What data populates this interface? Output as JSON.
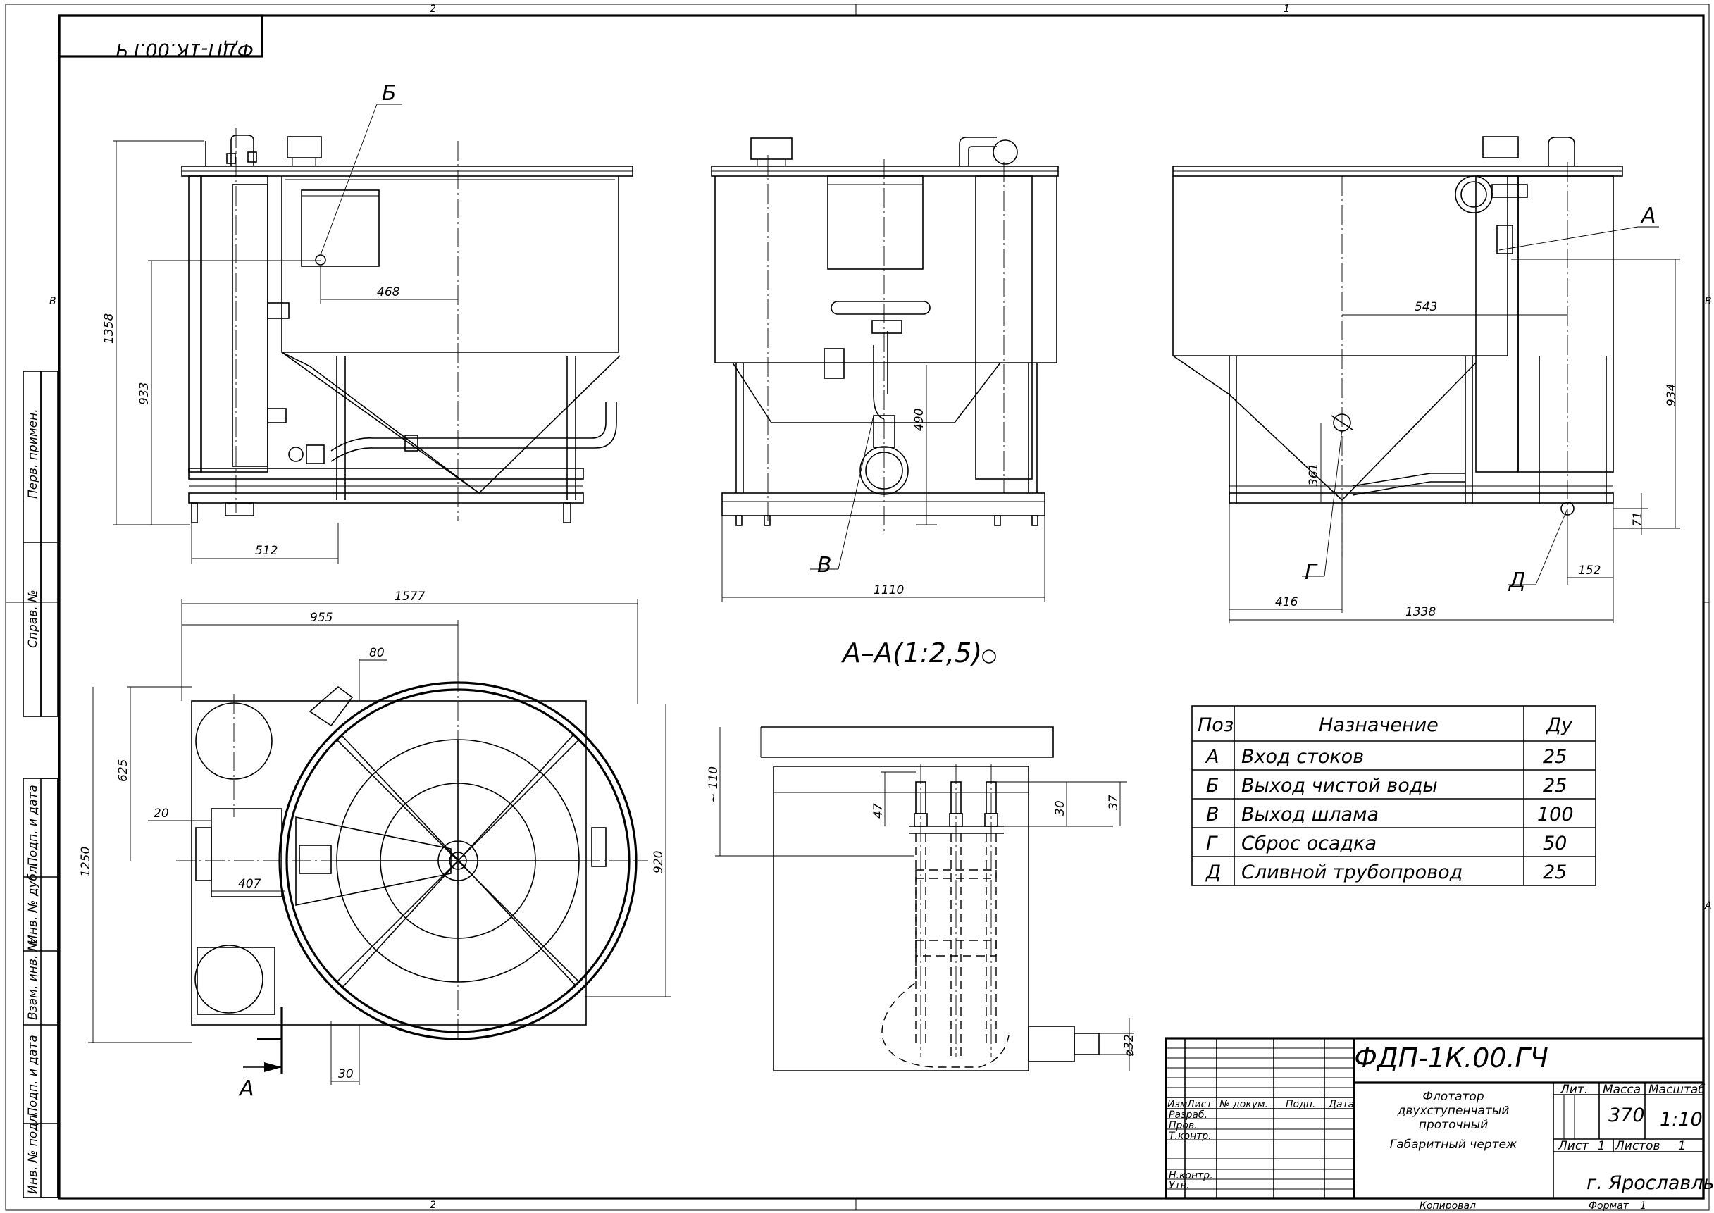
{
  "frame": {
    "top_zones": [
      "2",
      "1"
    ],
    "bottom_zones": [
      "2"
    ],
    "side_zones": [
      "В",
      "В",
      "А"
    ],
    "rotated_code": "ФДП-1К.00.ГЧ",
    "side_labels": [
      "Перв. примен.",
      "Справ. №",
      "Подп. и дата",
      "Инв. № дубл.",
      "Взам. инв. №",
      "Подп. и дата",
      "Инв. № подл."
    ]
  },
  "views": {
    "front": {
      "dims": [
        "1358",
        "933",
        "468",
        "512"
      ],
      "callout": "Б"
    },
    "side": {
      "dims": [
        "490",
        "1110"
      ],
      "callout": "В"
    },
    "rear": {
      "dims": [
        "543",
        "934",
        "361",
        "71",
        "416",
        "152",
        "1338"
      ],
      "callouts": [
        "А",
        "Г",
        "Д"
      ]
    },
    "plan": {
      "dims": [
        "1577",
        "955",
        "80",
        "625",
        "1250",
        "20",
        "407",
        "920",
        "30"
      ],
      "section_mark": "А"
    },
    "section": {
      "title": "А–А(1:2,5)",
      "dims": [
        "~ 110",
        "47",
        "30",
        "37",
        "⌀32"
      ]
    }
  },
  "connections_table": {
    "headers": [
      "Поз",
      "Назначение",
      "Ду"
    ],
    "rows": [
      {
        "pos": "А",
        "name": "Вход стоков",
        "du": "25"
      },
      {
        "pos": "Б",
        "name": "Выход чистой воды",
        "du": "25"
      },
      {
        "pos": "В",
        "name": "Выход шлама",
        "du": "100"
      },
      {
        "pos": "Г",
        "name": "Сброс осадка",
        "du": "50"
      },
      {
        "pos": "Д",
        "name": "Сливной трубопровод",
        "du": "25"
      }
    ]
  },
  "title_block": {
    "designation": "ФДП-1К.00.ГЧ",
    "name_lines": [
      "Флотатор",
      "двухступенчатый",
      "проточный",
      "Габаритный чертеж"
    ],
    "col_headers": [
      "Изм",
      "Лист",
      "№ докум.",
      "Подп.",
      "Дата"
    ],
    "roles": [
      "Разраб.",
      "Пров.",
      "Т.контр.",
      "Н.контр.",
      "Утв."
    ],
    "lit_label": "Лит.",
    "mass_label": "Масса",
    "scale_label": "Масштаб",
    "mass": "370",
    "scale": "1:10",
    "sheet_label": "Лист",
    "sheet": "1",
    "sheets_label": "Листов",
    "sheets": "1",
    "org": "г. Ярославль",
    "copied_label": "Копировал",
    "format_label": "Формат",
    "format": "1"
  }
}
